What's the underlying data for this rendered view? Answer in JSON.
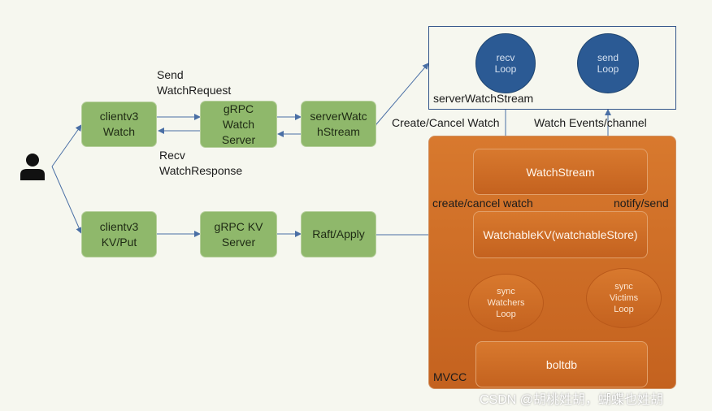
{
  "nodes": {
    "client_watch": "clientv3\nWatch",
    "grpc_watch": "gRPC\nWatch\nServer",
    "server_watch_stream": "serverWatc\nhStream",
    "client_kv": "clientv3\nKV/Put",
    "grpc_kv": "gRPC KV\nServer",
    "raft_apply": "Raft/Apply",
    "recv_loop": "recv\nLoop",
    "send_loop": "send\nLoop",
    "watch_stream": "WatchStream",
    "watchable_kv": "WatchableKV(watchableStore)",
    "sync_watchers": "sync\nWatchers\nLoop",
    "sync_victims": "sync\nVictims\nLoop",
    "boltdb": "boltdb"
  },
  "labels": {
    "send_request": "Send\nWatchRequest",
    "recv_response": "Recv\nWatchResponse",
    "server_watch_stream_box": "serverWatchStream",
    "create_cancel_watch": "Create/Cancel Watch",
    "watch_events_channel": "Watch Events/channel",
    "create_cancel_watch_lower": "create/cancel watch",
    "notify_send": "notify/send",
    "mvcc": "MVCC"
  },
  "watermark": "CSDN @胡桃姓胡，蝴蝶也姓胡",
  "colors": {
    "green": "#8fb86b",
    "orange": "#c96a24",
    "blue": "#2b5a94",
    "arrow": "#4a6fa5"
  }
}
